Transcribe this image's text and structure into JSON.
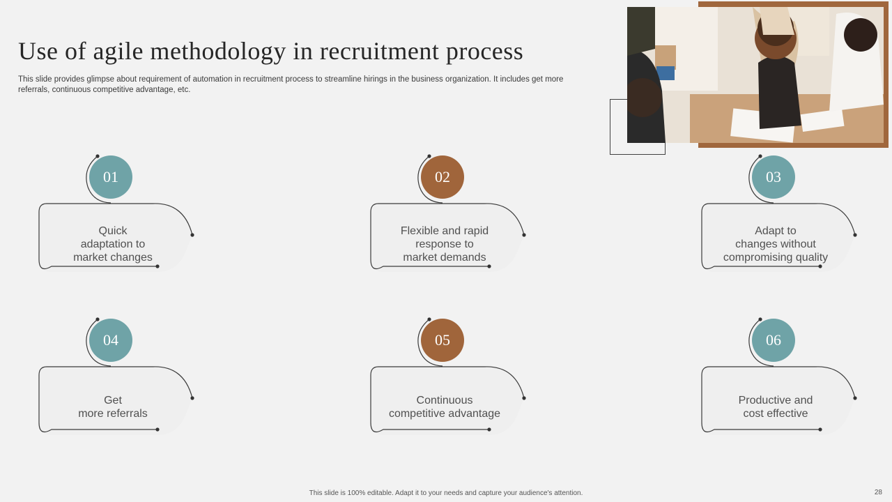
{
  "slide": {
    "title": "Use of agile methodology  in recruitment process",
    "description": "This slide provides glimpse about requirement of automation in recruitment process to streamline hirings in the business organization. It includes get more referrals, continuous competitive advantage, etc.",
    "footer": "This slide is 100% editable.  Adapt it to your needs and capture your audience's attention.",
    "page_number": "28"
  },
  "colors": {
    "teal": "#6fa3a7",
    "brown": "#a0653b",
    "background": "#f2f2f2",
    "card_fill": "#efefef"
  },
  "items": [
    {
      "number": "01",
      "text": "Quick\nadaptation to\nmarket changes",
      "color": "teal"
    },
    {
      "number": "02",
      "text": "Flexible and rapid\nresponse to\nmarket demands",
      "color": "brown"
    },
    {
      "number": "03",
      "text": "Adapt to\nchanges without\ncompromising quality",
      "color": "teal"
    },
    {
      "number": "04",
      "text": "Get\nmore referrals",
      "color": "teal"
    },
    {
      "number": "05",
      "text": "Continuous\ncompetitive advantage",
      "color": "brown"
    },
    {
      "number": "06",
      "text": "Productive and\ncost effective",
      "color": "teal"
    }
  ],
  "image": {
    "icon": "photo-people-working-at-table"
  }
}
